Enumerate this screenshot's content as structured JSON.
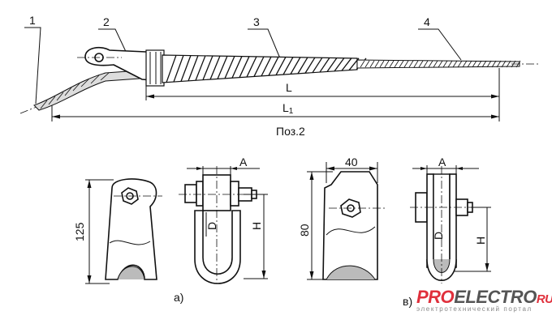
{
  "callouts": [
    "1",
    "2",
    "3",
    "4"
  ],
  "dimensions": {
    "L": "L",
    "L1_main": "L",
    "L1_sub": "1",
    "height_a": "125",
    "A_a": "A",
    "D_a": "D",
    "H_a": "H",
    "width_v": "40",
    "height_v": "80",
    "A_v": "A",
    "D_v": "D",
    "H_v": "H"
  },
  "caption": "Поз.2",
  "variant_labels": {
    "a": "а)",
    "v": "в)"
  },
  "watermark": {
    "pro": "PRO",
    "electro": "ELECTRO",
    "ru": "RU",
    "subtitle": "электротехнический портал",
    "colors": {
      "red": "#e0303c",
      "gray": "#555555"
    }
  }
}
